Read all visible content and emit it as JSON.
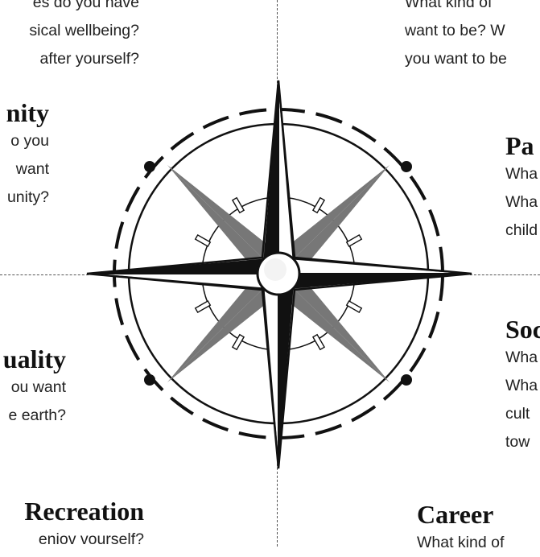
{
  "sections": {
    "top_left": {
      "lines": [
        "es do you have",
        "sical wellbeing?",
        "after yourself?"
      ]
    },
    "community": {
      "heading": "nity",
      "lines": [
        "o you",
        "want",
        "unity?"
      ]
    },
    "spirituality": {
      "heading": "uality",
      "lines": [
        "ou want",
        "e earth?"
      ]
    },
    "recreation": {
      "heading": "Recreation",
      "lines": [
        "eniov vourself?"
      ]
    },
    "top_right": {
      "lines": [
        "What kind of",
        "want to be? W",
        "you want to be"
      ]
    },
    "partner": {
      "heading": "Pa",
      "lines": [
        "Wha",
        "Wha",
        "child"
      ]
    },
    "social": {
      "heading": "Soc",
      "lines": [
        "Wha",
        "Wha",
        "cult",
        "tow"
      ]
    },
    "career": {
      "heading": "Career",
      "lines": [
        "What kind of"
      ]
    }
  },
  "icons": {
    "compass": "compass-rose-icon"
  }
}
